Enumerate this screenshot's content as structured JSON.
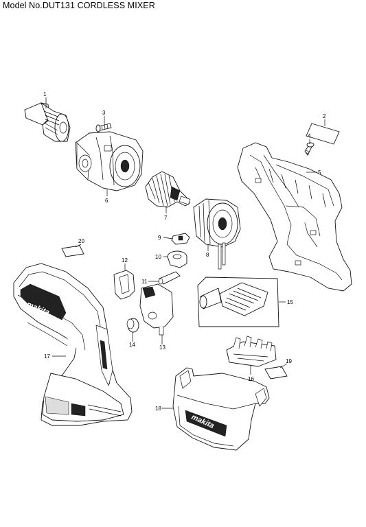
{
  "title": "Model No.DUT131 CORDLESS MIXER",
  "callouts": [
    "1",
    "2",
    "3",
    "4",
    "5",
    "6",
    "7",
    "8",
    "9",
    "10",
    "11",
    "12",
    "13",
    "14",
    "15",
    "16",
    "17",
    "18",
    "19",
    "20"
  ],
  "brand_marks": [
    "makita",
    "makita"
  ]
}
